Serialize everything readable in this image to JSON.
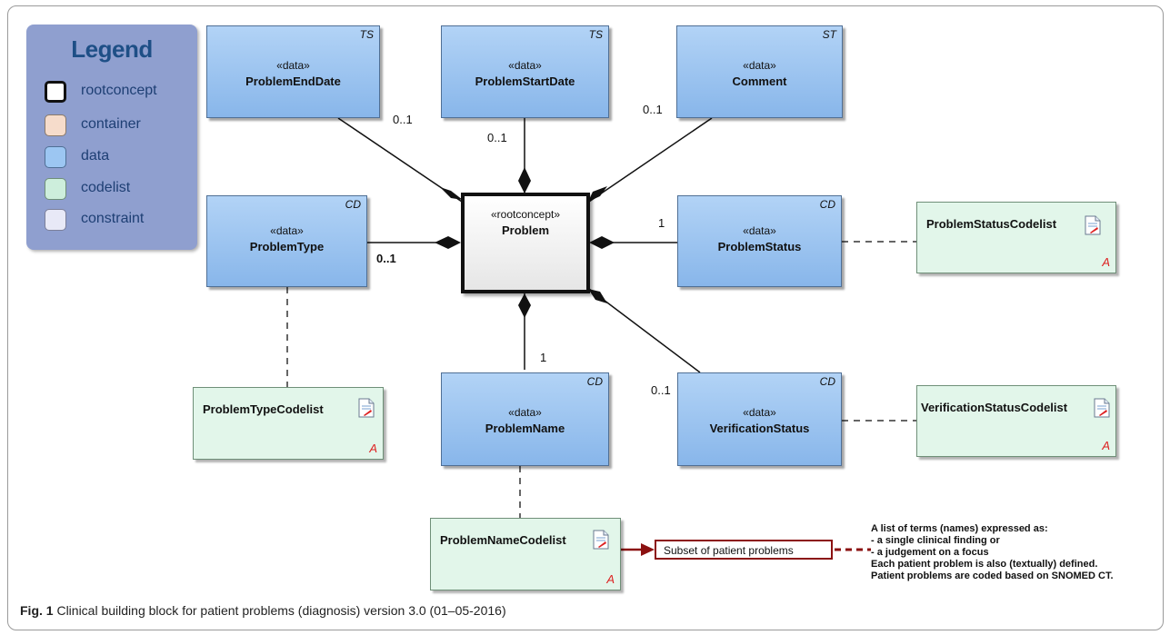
{
  "legend": {
    "title": "Legend",
    "items": [
      {
        "label": "rootconcept",
        "color": "#ffffff",
        "border": "#111111"
      },
      {
        "label": "container",
        "color": "#f6dccb",
        "border": "#8a7a6a"
      },
      {
        "label": "data",
        "color": "#9cc6f2",
        "border": "#4f6f95"
      },
      {
        "label": "codelist",
        "color": "#cdeedc",
        "border": "#6f8f78"
      },
      {
        "label": "constraint",
        "color": "#e8e9f7",
        "border": "#7b7f9a"
      }
    ]
  },
  "root": {
    "stereotype": "«rootconcept»",
    "name": "Problem"
  },
  "data_nodes": {
    "end_date": {
      "stereotype": "«data»",
      "name": "ProblemEndDate",
      "type": "TS",
      "multiplicity": "0..1"
    },
    "start_date": {
      "stereotype": "«data»",
      "name": "ProblemStartDate",
      "type": "TS",
      "multiplicity": "0..1"
    },
    "comment": {
      "stereotype": "«data»",
      "name": "Comment",
      "type": "ST",
      "multiplicity": "0..1"
    },
    "type": {
      "stereotype": "«data»",
      "name": "ProblemType",
      "type": "CD",
      "multiplicity": "0..1"
    },
    "status": {
      "stereotype": "«data»",
      "name": "ProblemStatus",
      "type": "CD",
      "multiplicity": "1"
    },
    "name": {
      "stereotype": "«data»",
      "name": "ProblemName",
      "type": "CD",
      "multiplicity": "1"
    },
    "verification": {
      "stereotype": "«data»",
      "name": "VerificationStatus",
      "type": "CD",
      "multiplicity": "0..1"
    }
  },
  "codelists": {
    "status": {
      "name": "ProblemStatusCodelist",
      "mark": "A"
    },
    "type": {
      "name": "ProblemTypeCodelist",
      "mark": "A"
    },
    "verification": {
      "name": "VerificationStatusCodelist",
      "mark": "A"
    },
    "name": {
      "name": "ProblemNameCodelist",
      "mark": "A"
    }
  },
  "constraint": {
    "label": "Subset of patient problems"
  },
  "note": {
    "lines": [
      "A list of terms (names) expressed as:",
      "- a single clinical finding or",
      "- a judgement on a focus",
      "Each patient problem is also (textually) defined.",
      "Patient problems are coded based on SNOMED CT."
    ]
  },
  "caption": {
    "label": "Fig. 1",
    "text": " Clinical building block for patient problems (diagnosis) version 3.0 (01–05-2016)"
  }
}
